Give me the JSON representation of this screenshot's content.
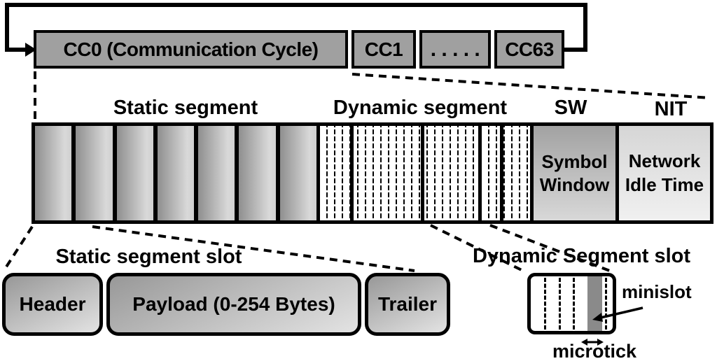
{
  "communication_cycle_row": {
    "cc0": "CC0 (Communication Cycle)",
    "cc1": "CC1",
    "dots": ". . . . .",
    "cc63": "CC63"
  },
  "segment_labels": {
    "static": "Static segment",
    "dynamic": "Dynamic segment",
    "sw": "SW",
    "nit": "NIT"
  },
  "frame_bar": {
    "static_slot_count": 7,
    "symbol_window": "Symbol Window",
    "network_idle_time": "Network Idle Time"
  },
  "static_slot_detail": {
    "title": "Static segment slot",
    "header": "Header",
    "payload": "Payload (0-254 Bytes)",
    "trailer": "Trailer"
  },
  "dynamic_slot_detail": {
    "title": "Dynamic Segment slot",
    "minislot": "minislot",
    "microtick": "microtick"
  },
  "colors": {
    "cc_box_fill": "#a0a0a0",
    "slot_gradient_start": "#8f8f8f",
    "slot_gradient_end": "#d9d9d9",
    "minislot_stripe": "#8a8a8a",
    "line_color": "#000000",
    "background": "#ffffff"
  }
}
